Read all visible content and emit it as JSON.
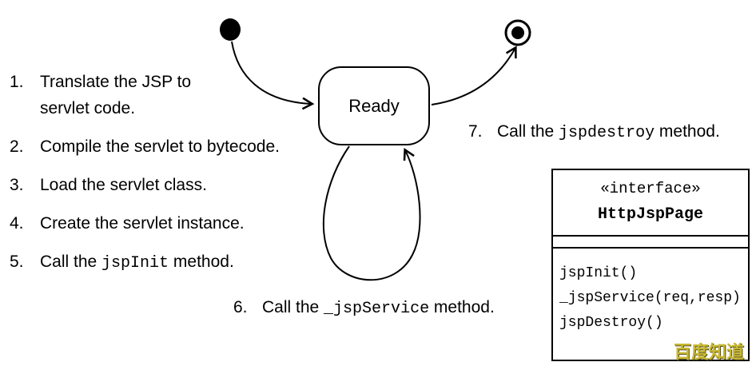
{
  "colors": {
    "ink": "#000000",
    "background": "#ffffff",
    "watermark": "#c9b832"
  },
  "diagram": {
    "ready_state_label": "Ready"
  },
  "steps": [
    {
      "num": "1.",
      "pre": "Translate the JSP to\nservlet code.",
      "code": "",
      "post": ""
    },
    {
      "num": "2.",
      "pre": "Compile the servlet to bytecode.",
      "code": "",
      "post": ""
    },
    {
      "num": "3.",
      "pre": "Load the servlet class.",
      "code": "",
      "post": ""
    },
    {
      "num": "4.",
      "pre": "Create the servlet instance.",
      "code": "",
      "post": ""
    },
    {
      "num": "5.",
      "pre": "Call the ",
      "code": "jspInit",
      "post": " method."
    },
    {
      "num": "6.",
      "pre": "Call the ",
      "code": "_jspService",
      "post": " method."
    },
    {
      "num": "7.",
      "pre": "Call the ",
      "code": "jspdestroy",
      "post": " method."
    }
  ],
  "interface_box": {
    "stereotype": "«interface»",
    "name": "HttpJspPage",
    "methods": [
      "jspInit()",
      "_jspService(req,resp)",
      "jspDestroy()"
    ]
  },
  "watermark": {
    "text": "百度知道"
  }
}
